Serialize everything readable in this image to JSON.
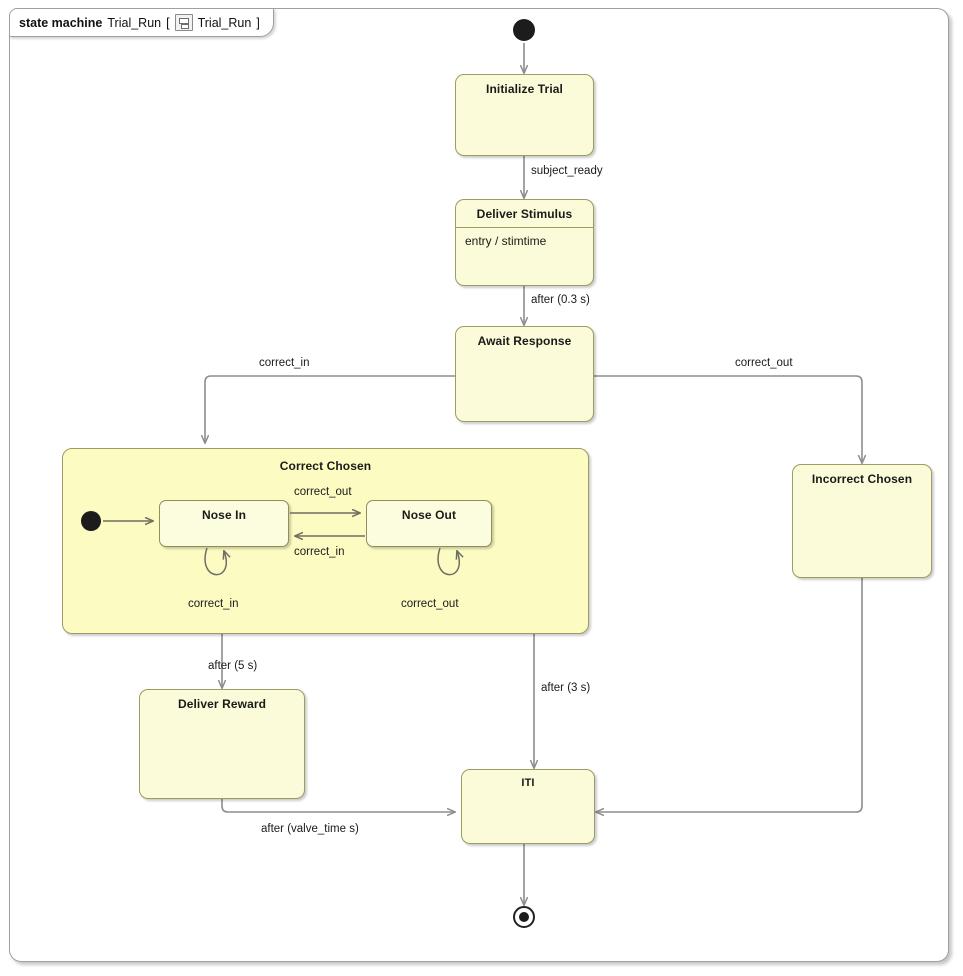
{
  "frame": {
    "kind": "state machine",
    "name": "Trial_Run",
    "bracket_open": "[",
    "bracket_close": "]",
    "diagram_name": "Trial_Run",
    "icon": "state-machine-icon"
  },
  "palette": {
    "state_fill": "#fbfbd9",
    "composite_fill": "#fbfbc2",
    "state_border": "#9c9c63",
    "edge": "#8e8e8e",
    "text": "#1a1a1a",
    "frame_border": "#a0a0a0",
    "background": "#ffffff"
  },
  "states": {
    "initialize_trial": {
      "name": "Initialize Trial"
    },
    "deliver_stimulus": {
      "name": "Deliver Stimulus",
      "entry": "entry / stimtime"
    },
    "await_response": {
      "name": "Await Response"
    },
    "correct_chosen": {
      "name": "Correct Chosen"
    },
    "nose_in": {
      "name": "Nose In"
    },
    "nose_out": {
      "name": "Nose Out"
    },
    "incorrect_chosen": {
      "name": "Incorrect Chosen"
    },
    "deliver_reward": {
      "name": "Deliver Reward"
    },
    "iti": {
      "name": "ITI"
    }
  },
  "pseudostates": {
    "initial": "initial-node",
    "composite_initial": "initial-node",
    "final": "final-node"
  },
  "transitions": [
    {
      "id": "t1",
      "from": "initial",
      "to": "initialize_trial",
      "label": ""
    },
    {
      "id": "t2",
      "from": "initialize_trial",
      "to": "deliver_stimulus",
      "label": "subject_ready"
    },
    {
      "id": "t3",
      "from": "deliver_stimulus",
      "to": "await_response",
      "label": "after (0.3 s)"
    },
    {
      "id": "t4",
      "from": "await_response",
      "to": "correct_chosen",
      "label": "correct_in"
    },
    {
      "id": "t5",
      "from": "await_response",
      "to": "incorrect_chosen",
      "label": "correct_out"
    },
    {
      "id": "t6",
      "from": "composite_initial",
      "to": "nose_in",
      "label": ""
    },
    {
      "id": "t7",
      "from": "nose_in",
      "to": "nose_out",
      "label": "correct_out"
    },
    {
      "id": "t8",
      "from": "nose_out",
      "to": "nose_in",
      "label": "correct_in"
    },
    {
      "id": "t9",
      "from": "nose_in",
      "to": "nose_in",
      "label": "correct_in"
    },
    {
      "id": "t10",
      "from": "nose_out",
      "to": "nose_out",
      "label": "correct_out"
    },
    {
      "id": "t11",
      "from": "correct_chosen",
      "to": "deliver_reward",
      "label": "after (5 s)"
    },
    {
      "id": "t12",
      "from": "nose_out",
      "to": "iti",
      "label": "after (3 s)"
    },
    {
      "id": "t13",
      "from": "deliver_reward",
      "to": "iti",
      "label": "after (valve_time s)"
    },
    {
      "id": "t14",
      "from": "incorrect_chosen",
      "to": "iti",
      "label": ""
    },
    {
      "id": "t15",
      "from": "iti",
      "to": "final",
      "label": ""
    }
  ],
  "labels": {
    "subject_ready": "subject_ready",
    "after_03": "after (0.3 s)",
    "correct_in_left": "correct_in",
    "correct_out_right": "correct_out",
    "correct_out_inner": "correct_out",
    "correct_in_inner": "correct_in",
    "self_nose_in": "correct_in",
    "self_nose_out": "correct_out",
    "after_5": "after (5 s)",
    "after_3": "after (3 s)",
    "after_valve": "after (valve_time s)"
  }
}
